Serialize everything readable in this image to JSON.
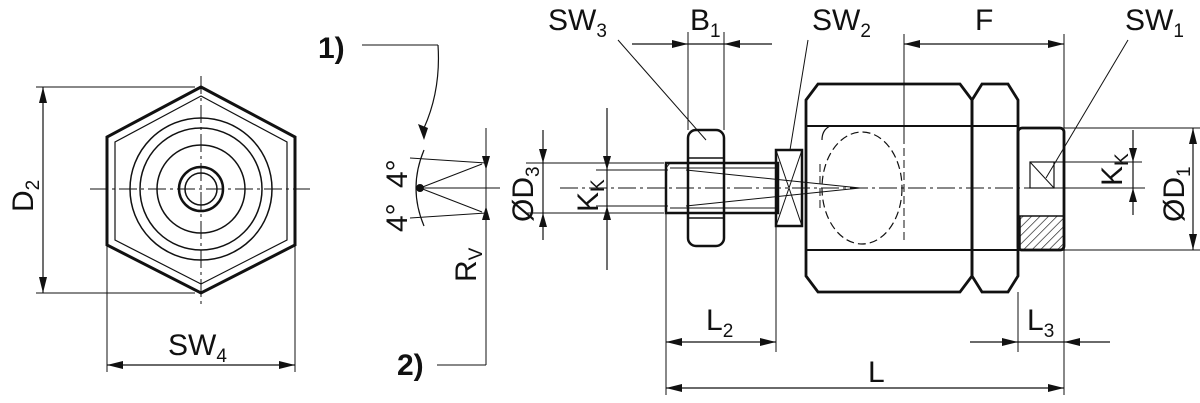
{
  "figure": {
    "note1": "1)",
    "note2": "2)",
    "angle_upper": "4°",
    "angle_lower": "4°",
    "labels": {
      "d2_main": "D",
      "d2_sub": "2",
      "sw4_main": "SW",
      "sw4_sub": "4",
      "sw3_main": "SW",
      "sw3_sub": "3",
      "b1_main": "B",
      "b1_sub": "1",
      "sw2_main": "SW",
      "sw2_sub": "2",
      "f": "F",
      "sw1_main": "SW",
      "sw1_sub": "1",
      "rv_main": "R",
      "rv_sub": "V",
      "d3_main": "ØD",
      "d3_sub": "3",
      "kk_main": "K",
      "kk_sub": "K",
      "kk2_main": "K",
      "kk2_sub": "K",
      "d1_main": "ØD",
      "d1_sub": "1",
      "l2_main": "L",
      "l2_sub": "2",
      "l3_main": "L",
      "l3_sub": "3",
      "l": "L"
    }
  }
}
